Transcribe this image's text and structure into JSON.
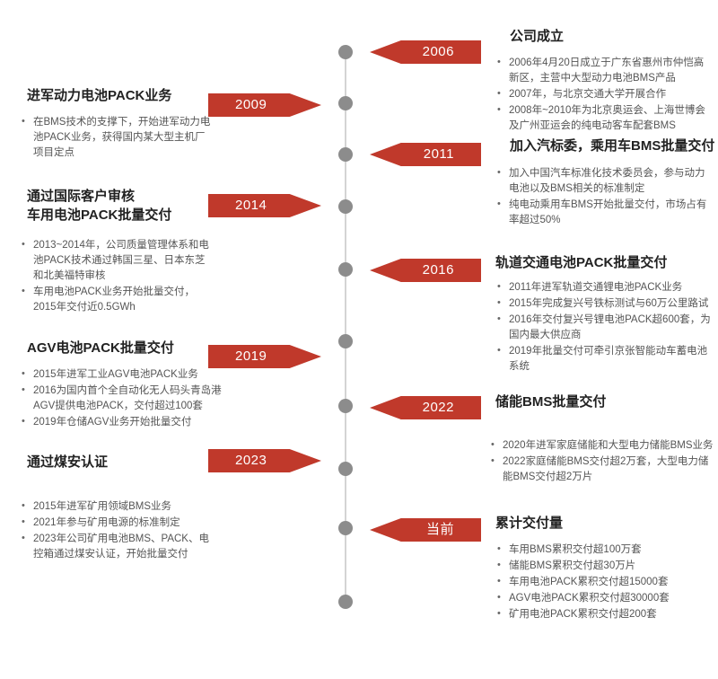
{
  "theme": {
    "accent_red": "#c0392b",
    "axis_gray": "#d4d4d4",
    "dot_gray": "#8c8c8c",
    "title_color": "#222222",
    "body_color": "#555555"
  },
  "timeline": {
    "left_entries": [
      {
        "year": "2009",
        "title": "进军动力电池PACK业务",
        "bullets": [
          "在BMS技术的支撑下，开始进军动力电池PACK业务，获得国内某大型主机厂项目定点"
        ]
      },
      {
        "year": "2014",
        "title": "通过国际客户审核\n车用电池PACK批量交付",
        "bullets": [
          "2013~2014年，公司质量管理体系和电池PACK技术通过韩国三星、日本东芝和北美福特审核",
          "车用电池PACK业务开始批量交付，2015年交付近0.5GWh"
        ]
      },
      {
        "year": "2019",
        "title": "AGV电池PACK批量交付",
        "bullets": [
          "2015年进军工业AGV电池PACK业务",
          "2016为国内首个全自动化无人码头青岛港AGV提供电池PACK，交付超过100套",
          "2019年仓储AGV业务开始批量交付"
        ]
      },
      {
        "year": "2023",
        "title": "通过煤安认证",
        "bullets": [
          "2015年进军矿用领域BMS业务",
          "2021年参与矿用电源的标准制定",
          "2023年公司矿用电池BMS、PACK、电控箱通过煤安认证，开始批量交付"
        ]
      }
    ],
    "right_entries": [
      {
        "year": "2006",
        "title": "公司成立",
        "bullets": [
          "2006年4月20日成立于广东省惠州市仲恺高新区，主营中大型动力电池BMS产品",
          "2007年，与北京交通大学开展合作",
          "2008年~2010年为北京奥运会、上海世博会及广州亚运会的纯电动客车配套BMS"
        ]
      },
      {
        "year": "2011",
        "title": "加入汽标委，乘用车BMS批量交付",
        "bullets": [
          "加入中国汽车标准化技术委员会，参与动力电池以及BMS相关的标准制定",
          "纯电动乘用车BMS开始批量交付，市场占有率超过50%"
        ]
      },
      {
        "year": "2016",
        "title": "轨道交通电池PACK批量交付",
        "bullets": [
          "2011年进军轨道交通锂电池PACK业务",
          "2015年完成复兴号铁标测试与60万公里路试",
          "2016年交付复兴号锂电池PACK超600套，为国内最大供应商",
          "2019年批量交付可牵引京张智能动车蓄电池系统"
        ]
      },
      {
        "year": "2022",
        "title": "储能BMS批量交付",
        "bullets": [
          "2020年进军家庭储能和大型电力储能BMS业务",
          "2022家庭储能BMS交付超2万套，大型电力储能BMS交付超2万片"
        ]
      },
      {
        "year": "当前",
        "title": "累计交付量",
        "bullets": [
          "车用BMS累积交付超100万套",
          "储能BMS累积交付超30万片",
          "车用电池PACK累积交付超15000套",
          "AGV电池PACK累积交付超30000套",
          "矿用电池PACK累积交付超200套"
        ]
      }
    ]
  }
}
